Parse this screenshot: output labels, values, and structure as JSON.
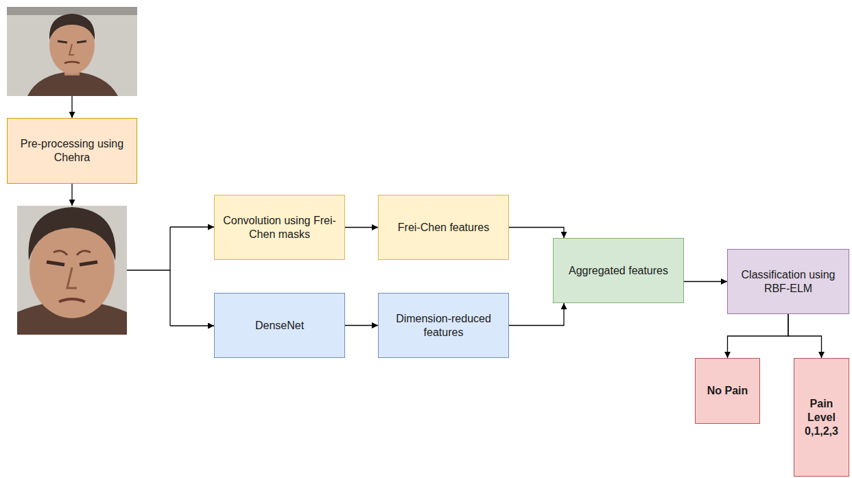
{
  "diagram": {
    "nodes": [
      {
        "text": [
          "Pre-processing using Chehra"
        ]
      },
      {
        "text": [
          "Convolution using Frei-Chen masks"
        ]
      },
      {
        "text": [
          "Frei-Chen features"
        ]
      },
      {
        "text": [
          "DenseNet"
        ]
      },
      {
        "text": [
          "Dimension-reduced features"
        ]
      },
      {
        "text": [
          "Aggregated features"
        ]
      },
      {
        "text": [
          "Classification using RBF-ELM"
        ]
      },
      {
        "text": [
          "No Pain"
        ]
      },
      {
        "text": [
          "Pain Level 0,1,2,3"
        ]
      }
    ],
    "edges": [
      {
        "from": 1,
        "to": 2,
        "arrow": "to"
      },
      {
        "from": 3,
        "to": 4,
        "arrow": "to"
      },
      {
        "from": 2,
        "to": 5,
        "arrow": "to"
      },
      {
        "from": 4,
        "to": 5,
        "arrow": "to"
      },
      {
        "from": 5,
        "to": 6,
        "arrow": "to"
      },
      {
        "from": 6,
        "to": 7,
        "arrow": "to"
      },
      {
        "from": 6,
        "to": 8,
        "arrow": "to"
      }
    ]
  }
}
